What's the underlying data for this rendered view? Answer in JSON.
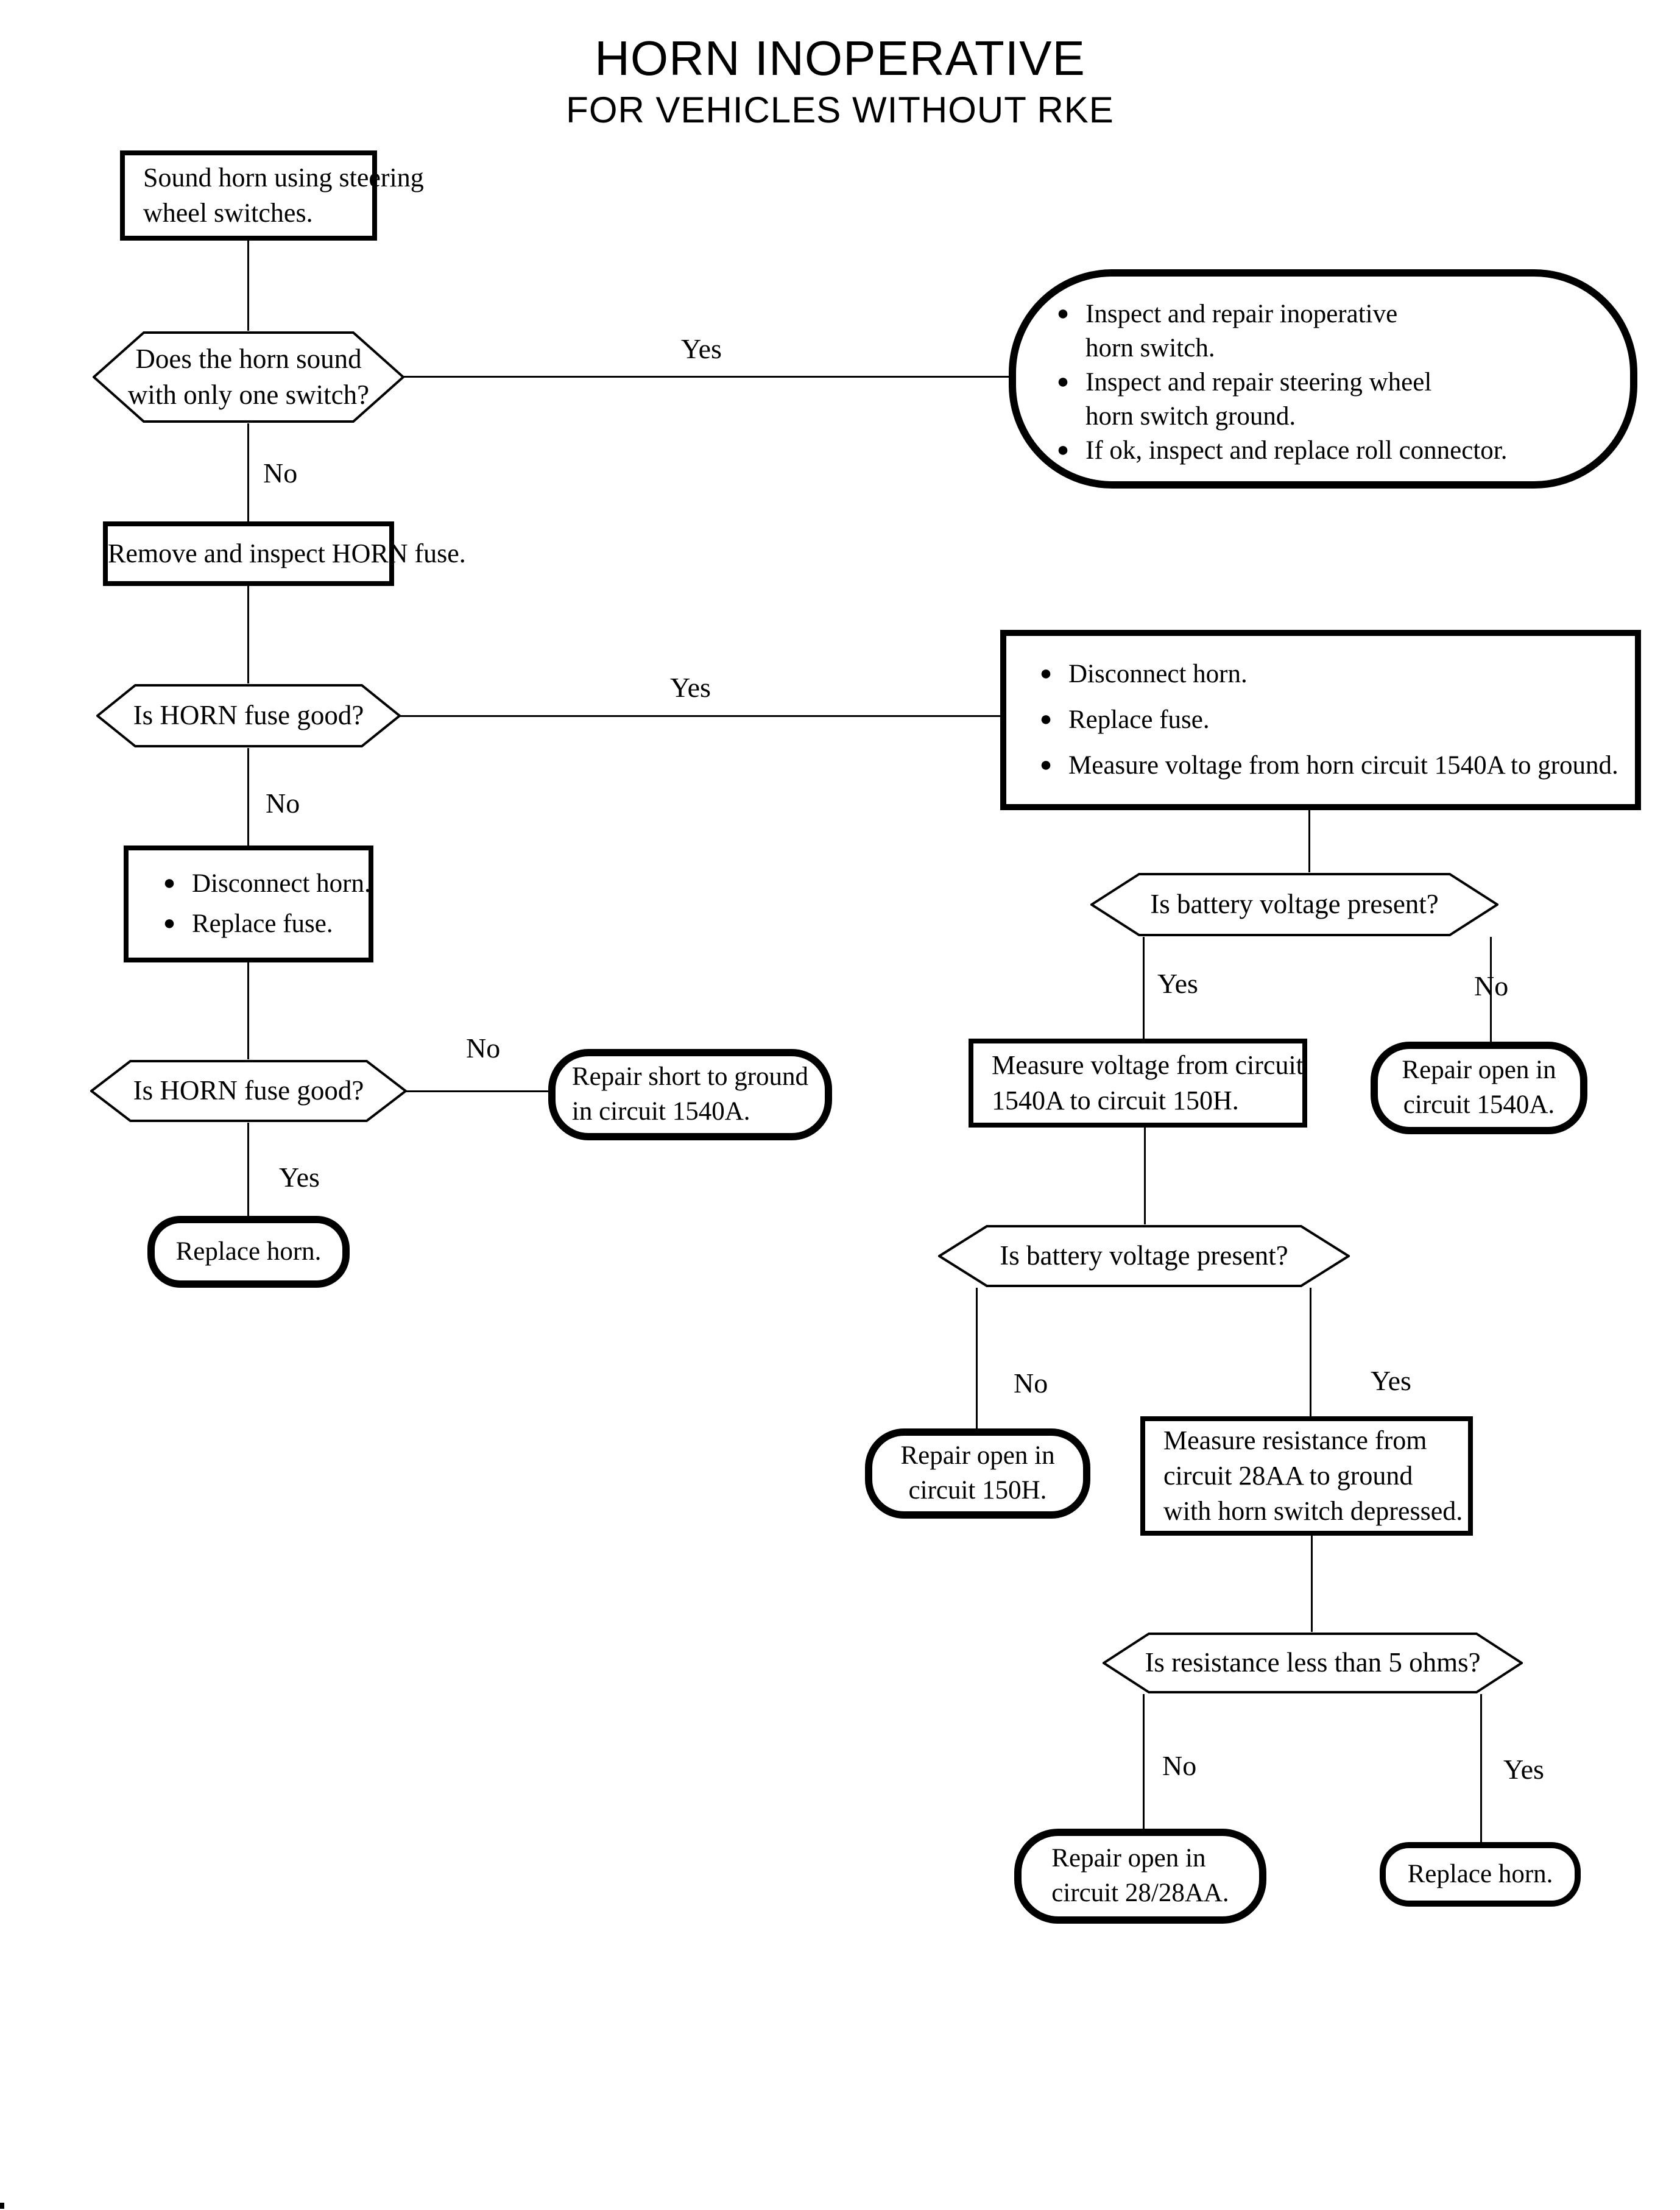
{
  "title": {
    "line1": "HORN INOPERATIVE",
    "line2": "FOR VEHICLES WITHOUT RKE"
  },
  "labels": {
    "yes": "Yes",
    "no": "No"
  },
  "glyphs": {
    "bullet": "●"
  },
  "colors": {
    "ink": "#000000",
    "paper": "#ffffff"
  },
  "nodes": {
    "start": {
      "lines": [
        "Sound horn using steering",
        "wheel switches."
      ]
    },
    "q_one_switch": {
      "lines": [
        "Does the horn sound",
        "with only one switch?"
      ]
    },
    "actions_switch": {
      "bullets": [
        [
          "Inspect and repair inoperative",
          "horn switch."
        ],
        [
          "Inspect and repair steering wheel",
          "horn switch ground."
        ],
        [
          "If ok, inspect and replace roll connector."
        ]
      ]
    },
    "remove_fuse": {
      "lines": [
        "Remove and inspect HORN fuse."
      ]
    },
    "q_fuse_good_1": {
      "lines": [
        "Is HORN fuse good?"
      ]
    },
    "actions_fuse": {
      "bullets": [
        [
          "Disconnect horn."
        ],
        [
          "Replace fuse."
        ],
        [
          "Measure voltage from horn circuit 1540A to ground."
        ]
      ]
    },
    "disconnect_replace": {
      "bullets": [
        [
          "Disconnect horn."
        ],
        [
          "Replace fuse."
        ]
      ]
    },
    "q_fuse_good_2": {
      "lines": [
        "Is HORN fuse good?"
      ]
    },
    "repair_short_1540a": {
      "lines": [
        "Repair short to ground",
        "in circuit 1540A."
      ]
    },
    "replace_horn_1": {
      "lines": [
        "Replace horn."
      ]
    },
    "q_battery_1": {
      "lines": [
        "Is battery voltage present?"
      ]
    },
    "measure_voltage_1540a_150h": {
      "lines": [
        "Measure voltage from circuit",
        "1540A to circuit 150H."
      ]
    },
    "repair_open_1540a": {
      "lines": [
        "Repair open in",
        "circuit 1540A."
      ]
    },
    "q_battery_2": {
      "lines": [
        "Is battery voltage present?"
      ]
    },
    "repair_open_150h": {
      "lines": [
        "Repair open in",
        "circuit 150H."
      ]
    },
    "measure_resistance_28aa": {
      "lines": [
        "Measure resistance from",
        "circuit 28AA to ground",
        "with horn switch depressed."
      ]
    },
    "q_resistance": {
      "lines": [
        "Is resistance less than 5 ohms?"
      ]
    },
    "repair_open_28_28aa": {
      "lines": [
        "Repair open in",
        "circuit 28/28AA."
      ]
    },
    "replace_horn_2": {
      "lines": [
        "Replace horn."
      ]
    }
  }
}
